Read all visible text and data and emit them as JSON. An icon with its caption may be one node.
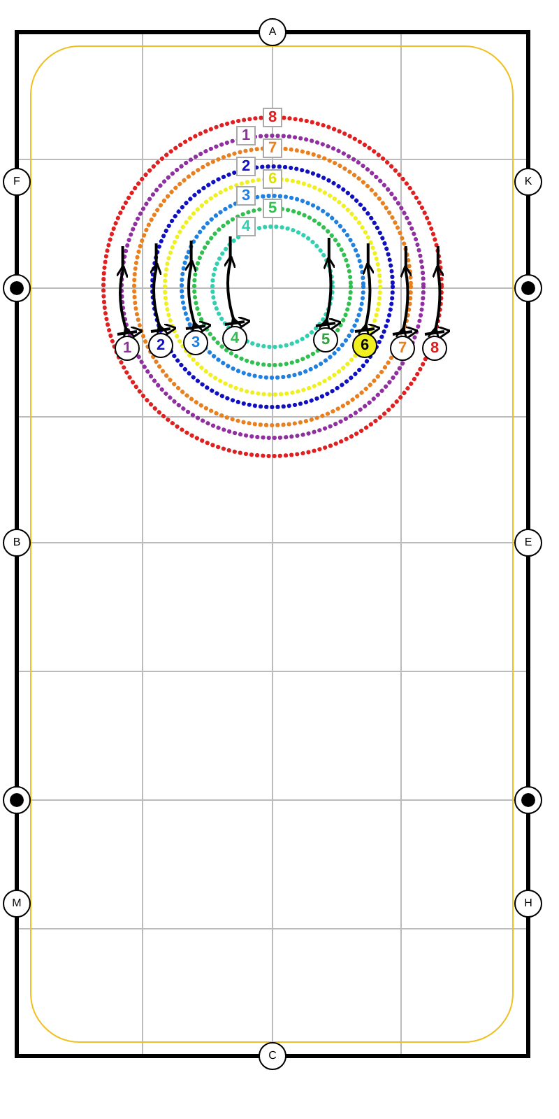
{
  "diagram": {
    "nodes": [
      {
        "text": [
          "A"
        ]
      },
      {
        "text": [
          "F"
        ]
      },
      {
        "text": [
          "K"
        ]
      },
      {
        "text": [],
        "shape": "circle"
      },
      {
        "text": [],
        "shape": "circle"
      },
      {
        "text": [
          "1"
        ]
      },
      {
        "text": [
          "2"
        ]
      },
      {
        "text": [
          "3"
        ]
      },
      {
        "text": [
          "4"
        ]
      },
      {
        "text": [
          "5"
        ]
      },
      {
        "text": [
          "6"
        ]
      },
      {
        "text": [
          "7"
        ]
      },
      {
        "text": [
          "8"
        ]
      },
      {
        "text": [
          "B"
        ]
      },
      {
        "text": [
          "E"
        ]
      },
      {
        "text": [],
        "shape": "circle"
      },
      {
        "text": [],
        "shape": "circle"
      },
      {
        "text": [
          "M"
        ]
      },
      {
        "text": [
          "H"
        ]
      },
      {
        "text": [
          "C"
        ]
      }
    ],
    "edges": [],
    "labels": [
      "8",
      "1",
      "7",
      "2",
      "6",
      "3",
      "5",
      "4"
    ]
  }
}
